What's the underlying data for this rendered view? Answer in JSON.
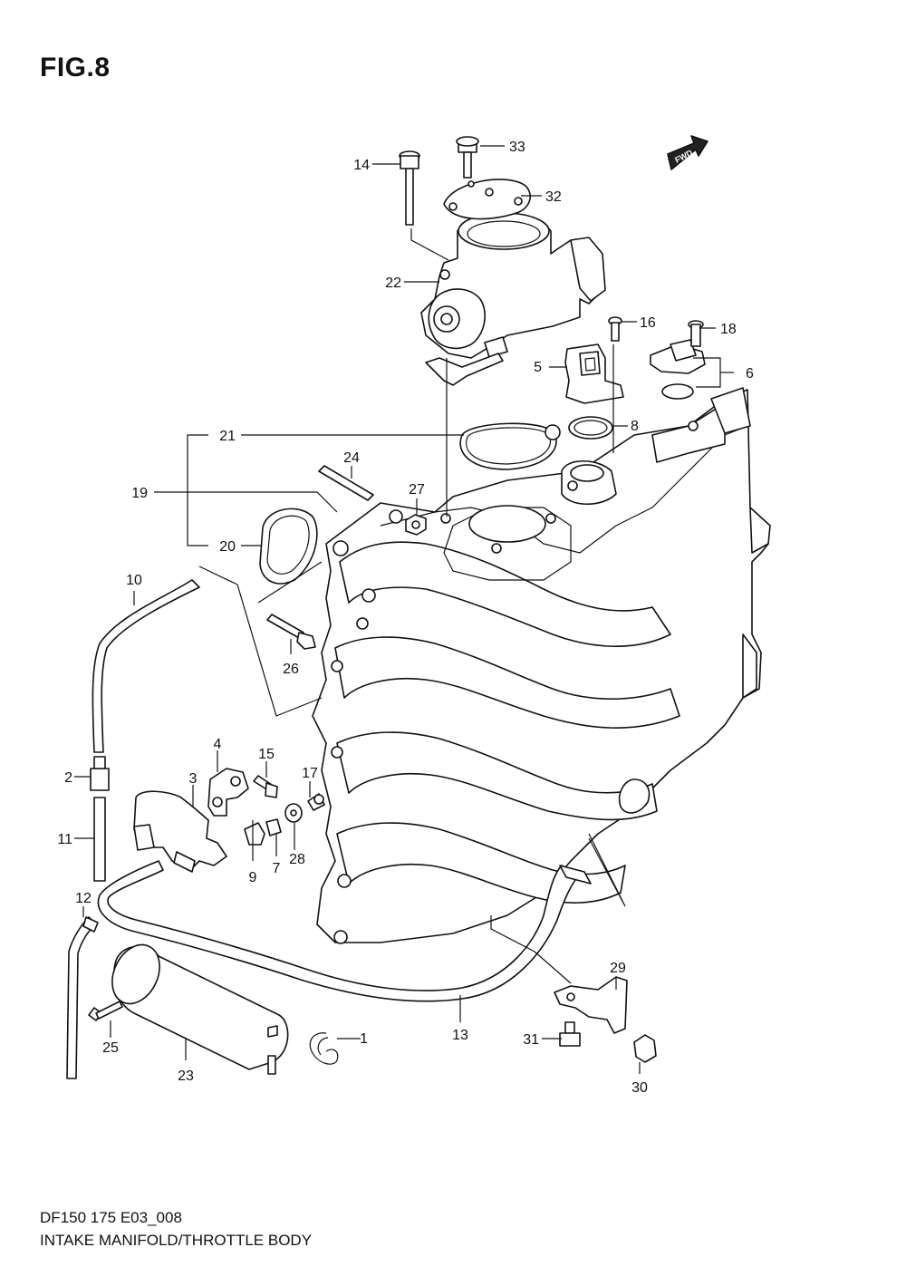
{
  "figure": {
    "title": "FIG.8",
    "code": "DF150 175 E03_008",
    "name": "INTAKE MANIFOLD/THROTTLE BODY",
    "fwd_label": "FWD"
  },
  "callouts": {
    "c1": "1",
    "c2": "2",
    "c3": "3",
    "c4": "4",
    "c5": "5",
    "c6": "6",
    "c7": "7",
    "c8": "8",
    "c9": "9",
    "c10": "10",
    "c11": "11",
    "c12": "12",
    "c13": "13",
    "c14": "14",
    "c15": "15",
    "c16": "16",
    "c17": "17",
    "c18": "18",
    "c19": "19",
    "c20": "20",
    "c21": "21",
    "c22": "22",
    "c23": "23",
    "c24": "24",
    "c25": "25",
    "c26": "26",
    "c27": "27",
    "c28": "28",
    "c29": "29",
    "c30": "30",
    "c31": "31",
    "c32": "32",
    "c33": "33"
  }
}
